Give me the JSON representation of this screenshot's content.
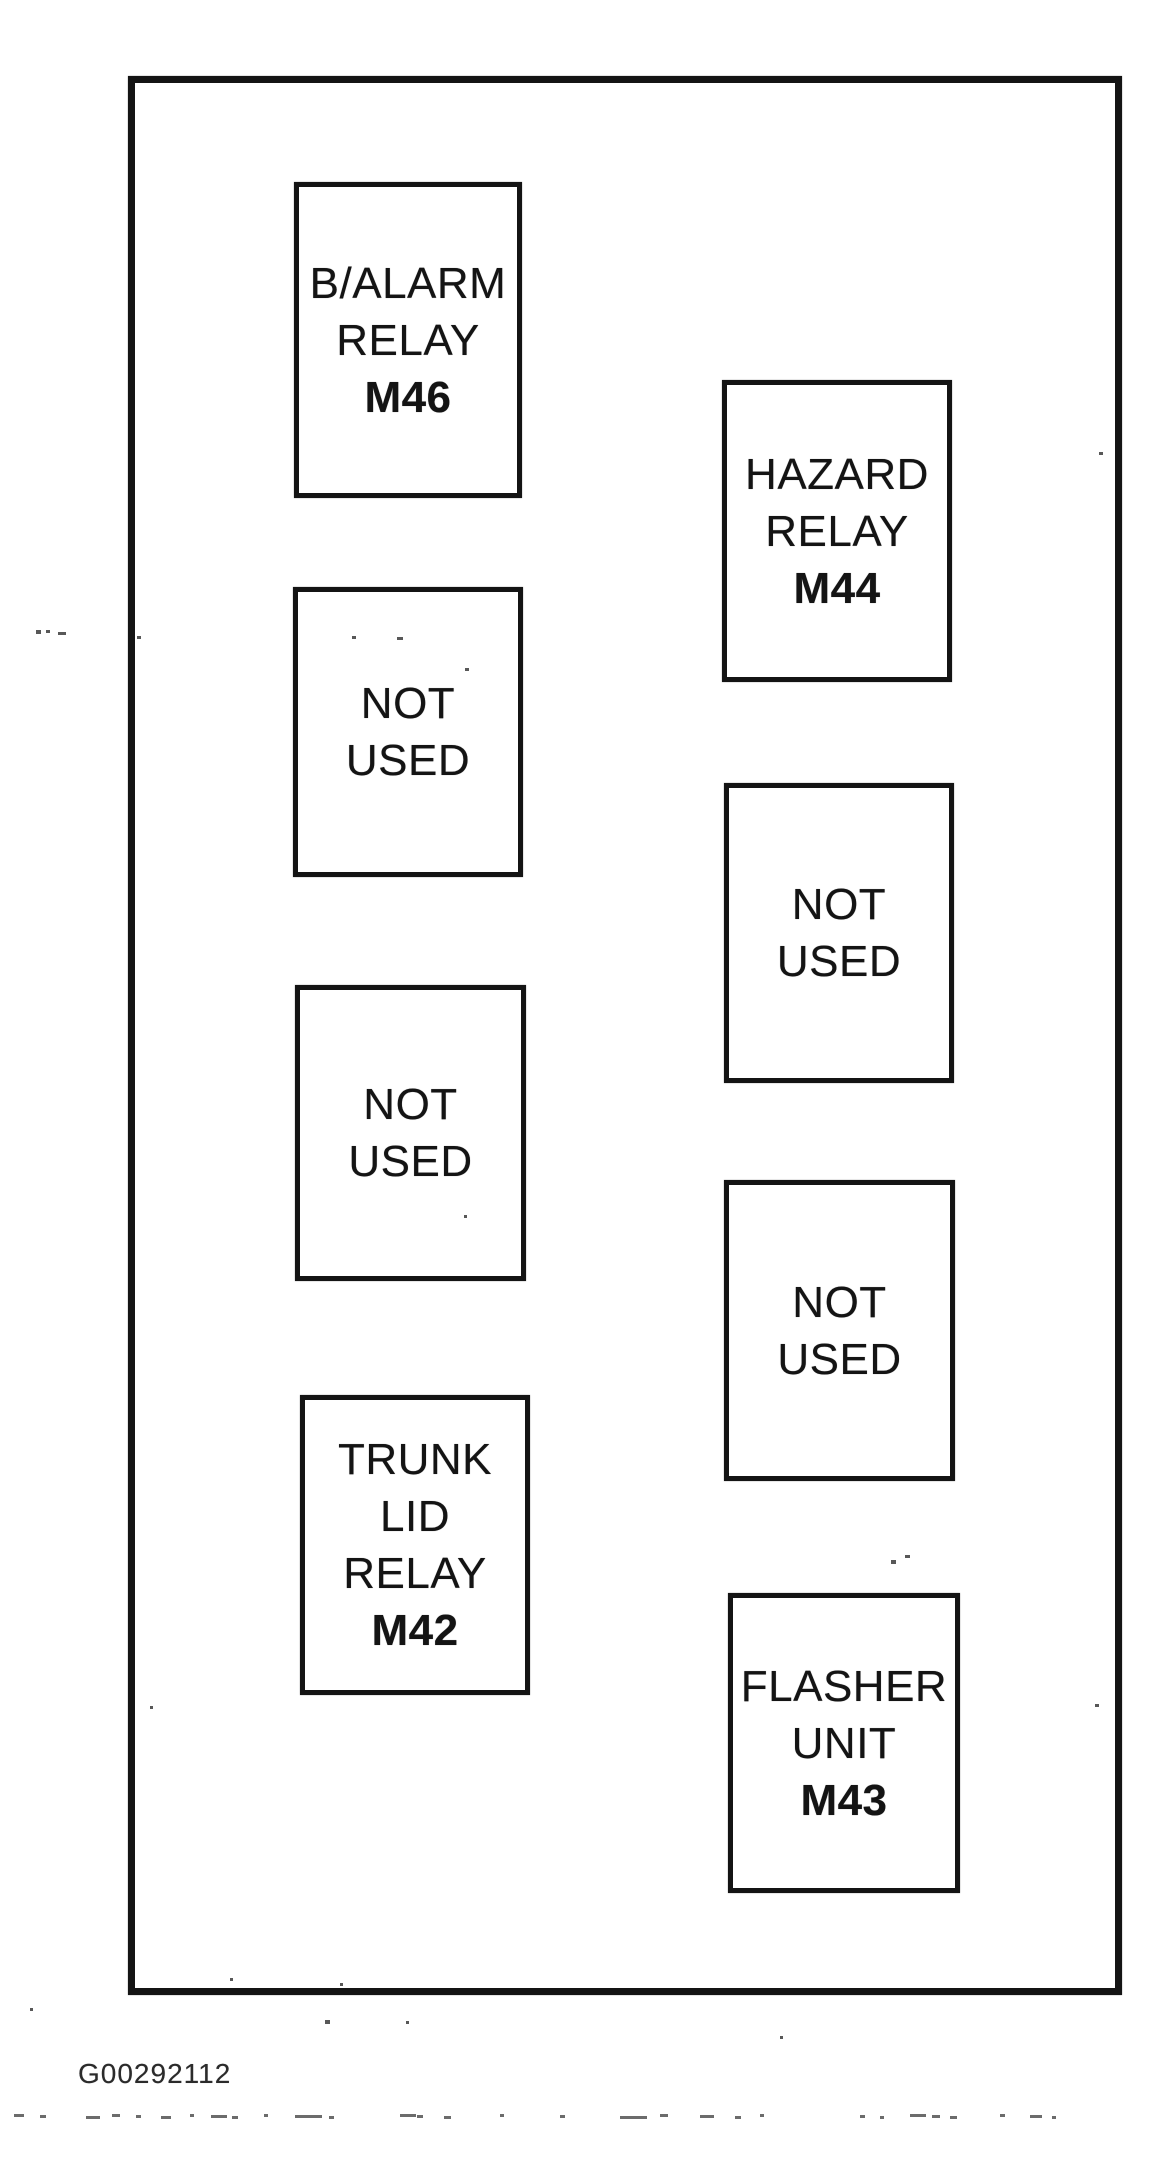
{
  "diagram": {
    "type": "relay-box-diagram",
    "figure_id": "G00292112",
    "colors": {
      "ink": "#141414",
      "paper": "#ffffff"
    },
    "boxes": {
      "b_alarm_relay": {
        "line1": "B/ALARM",
        "line2": "RELAY",
        "code": "M46"
      },
      "not_used_left_top": {
        "line1": "NOT",
        "line2": "USED"
      },
      "not_used_left_bottom": {
        "line1": "NOT",
        "line2": "USED"
      },
      "trunk_lid_relay": {
        "line1": "TRUNK",
        "line2": "LID",
        "line3": "RELAY",
        "code": "M42"
      },
      "hazard_relay": {
        "line1": "HAZARD",
        "line2": "RELAY",
        "code": "M44"
      },
      "not_used_right_top": {
        "line1": "NOT",
        "line2": "USED"
      },
      "not_used_right_bottom": {
        "line1": "NOT",
        "line2": "USED"
      },
      "flasher_unit": {
        "line1": "FLASHER",
        "line2": "UNIT",
        "code": "M43"
      }
    }
  }
}
